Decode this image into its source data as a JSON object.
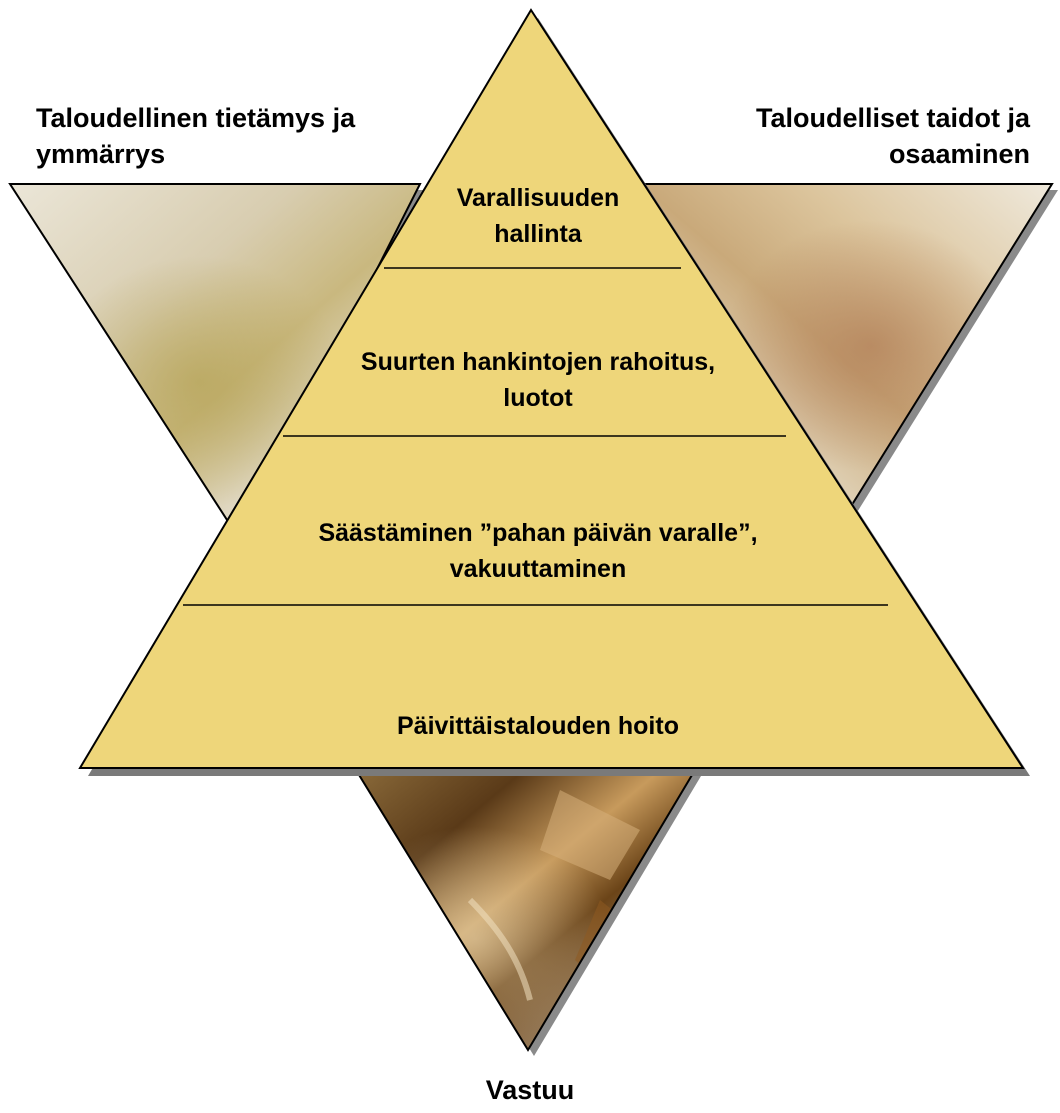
{
  "corner_labels": {
    "left": [
      "Taloudellinen tietämys ja",
      "ymmärrys"
    ],
    "right": [
      "Taloudelliset taidot ja",
      "osaaminen"
    ],
    "bottom": "Vastuu"
  },
  "pyramid_tiers": [
    {
      "lines": [
        "Varallisuuden",
        "hallinta"
      ]
    },
    {
      "lines": [
        "Suurten hankintojen rahoitus,",
        "luotot"
      ]
    },
    {
      "lines": [
        "Säästäminen ”pahan päivän varalle”,",
        "vakuuttaminen"
      ]
    },
    {
      "lines": [
        "Päivittäistalouden hoito"
      ]
    }
  ],
  "colors": {
    "pyramid_fill": "#eed67a",
    "outline": "#000000",
    "shadow": "#7a7a7a",
    "background_photo_light": "#ece4cf",
    "background_photo_warm": "#c79a5c",
    "background_photo_dark": "#4a2d12"
  }
}
